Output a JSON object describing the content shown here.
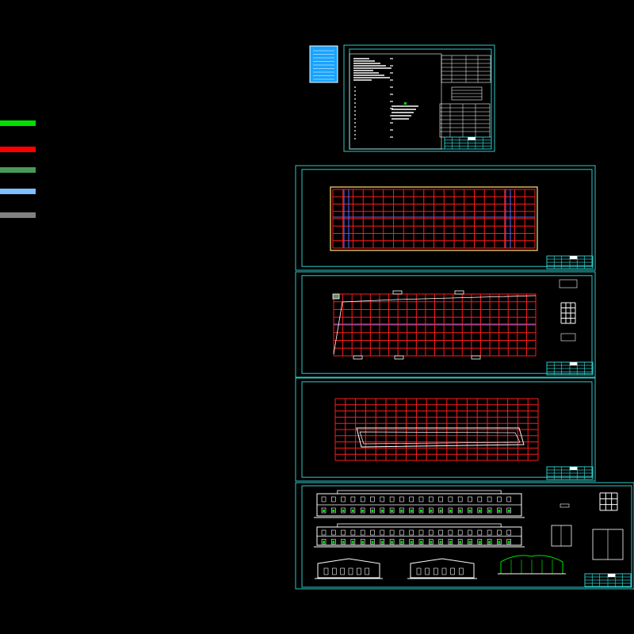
{
  "legend": {
    "swatches": [
      {
        "name": "green",
        "color": "#00e000"
      },
      {
        "name": "red",
        "color": "#ff0000"
      },
      {
        "name": "dark-green",
        "color": "#4a9a5a"
      },
      {
        "name": "light-blue",
        "color": "#7fbfff"
      },
      {
        "name": "gray",
        "color": "#808080"
      }
    ]
  },
  "colors": {
    "frame": "#2ec9c9",
    "grid_red": "#ff1a1a",
    "axis_blue": "#5a6bff",
    "white": "#ffffff",
    "yellow": "#ffe27a",
    "green": "#00e000",
    "cover_blue": "#1aa3ff",
    "background": "#000000"
  },
  "sheets": [
    {
      "name": "sheet-cover-small"
    },
    {
      "name": "sheet-notes"
    },
    {
      "name": "sheet-foundation-plan"
    },
    {
      "name": "sheet-roof-plan"
    },
    {
      "name": "sheet-floor-plan"
    },
    {
      "name": "sheet-elevations"
    }
  ]
}
